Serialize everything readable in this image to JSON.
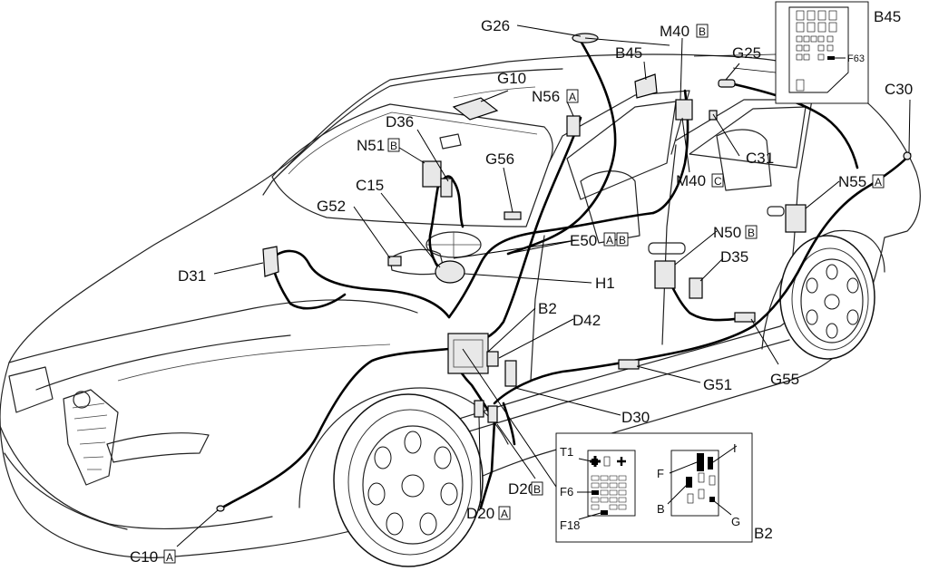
{
  "figure": {
    "labels": {
      "G26": "G26",
      "M40B": "M40",
      "M40B_letter": "B",
      "B45_top": "B45",
      "B45_corner": "B45",
      "G10": "G10",
      "G25": "G25",
      "N56A": "N56",
      "N56A_letter": "A",
      "D36": "D36",
      "N51B": "N51",
      "N51B_letter": "B",
      "G56": "G56",
      "C31": "C31",
      "M40C": "M40",
      "M40C_letter": "C",
      "C30": "C30",
      "N55A": "N55",
      "N55A_letter": "A",
      "C15": "C15",
      "G52": "G52",
      "E50AB": "E50",
      "E50AB_letterA": "A",
      "E50AB_letterB": "B",
      "N50B": "N50",
      "N50B_letter": "B",
      "D35": "D35",
      "D31": "D31",
      "H1": "H1",
      "B2": "B2",
      "D42": "D42",
      "G51": "G51",
      "G55": "G55",
      "D30": "D30",
      "D20B": "D20",
      "D20B_letter": "B",
      "D20A": "D20",
      "D20A_letter": "A",
      "C10A": "C10",
      "C10A_letter": "A",
      "F63": "F63"
    },
    "fuse_inset": {
      "T1": "T1",
      "F6": "F6",
      "F18": "F18",
      "B2": "B2",
      "pins": {
        "F": "F",
        "I": "I",
        "B": "B",
        "G": "G"
      }
    }
  }
}
